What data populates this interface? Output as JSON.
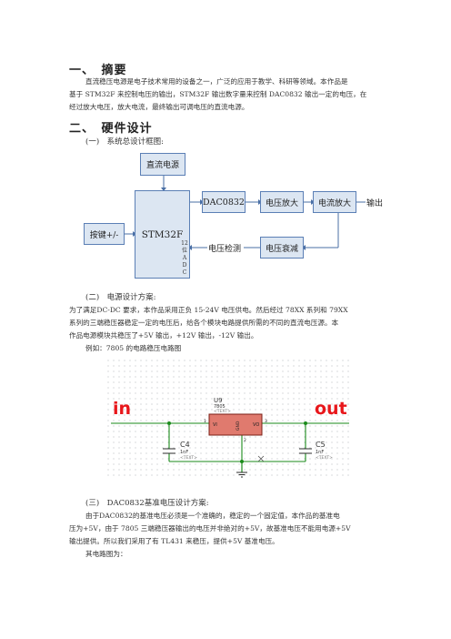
{
  "section1": {
    "heading": "一、　摘要",
    "lines": [
      "直流稳压电源是电子技术常用的设备之一，广泛的应用于教学、科研等领域。本作品是",
      "基于 STM32F 来控制电压的输出，STM32F 输出数字量来控制 DAC0832 输出一定的电压，在",
      "经过放大电压，放大电流，最终输出可调电压的直流电源。"
    ]
  },
  "section2": {
    "heading": "二、　硬件设计",
    "sub1": "(一)　系统总设计框图:",
    "diagram": {
      "dc_source": "直流电源",
      "mcu": "STM32F",
      "keys": "按键+/-",
      "dac": "DAC0832",
      "voltage_amp": "电压放大",
      "current_amp": "电流放大",
      "output": "输出",
      "voltage_detect": "电压检测",
      "voltage_atten": "电压衰减",
      "adc_label": [
        "12",
        "位",
        "A",
        "D",
        "C"
      ]
    },
    "sub2": "(二)　电源设计方案:",
    "power_lines": [
      "为了满足DC-DC 要求，本作品采用正负 15-24V 电压供电。然后经过 78XX 系列和 79XX",
      "系列的三端稳压器稳定一定的电压后，给各个模块电路提供所需的不同的直流电压源。本",
      "作品电源模块共稳压了+5V 输出，+12V 输出，-12V 输出。",
      "例如：7805 的电路稳压电路图"
    ],
    "schematic": {
      "in_label": "in",
      "out_label": "out",
      "ic_ref": "U9",
      "ic_part": "7805",
      "ic_text": "<TEXT>",
      "pin_vi": "VI",
      "pin_vo": "VO",
      "pin_gnd": "GND",
      "pin1": "1",
      "pin2": "2",
      "pin3": "3",
      "c4_ref": "C4",
      "c4_val": "1nF",
      "c4_text": "<TEXT>",
      "c5_ref": "C5",
      "c5_val": "1nF",
      "c5_text": "<TEXT>"
    },
    "sub3": "(三)　DAC0832基准电压设计方案:",
    "ref_lines": [
      "由于DAC0832的基准电压必须是一个准确的，稳定的一个固定值，本作品的基准电",
      "压为+5V，由于 7805 三端稳压器输出的电压并非绝对的+5V，故基准电压不能用电源+5V",
      "输出提供。所以我们采用了有 TL431 来稳压，提供+5V 基准电压。",
      "其电路图为："
    ]
  },
  "colors": {
    "box_fill": "#dce6f2",
    "box_border": "#5b7fb5",
    "schematic_red": "#e8171b",
    "wire_green": "#1a8a1a",
    "ic_fill": "#e07a6e"
  }
}
